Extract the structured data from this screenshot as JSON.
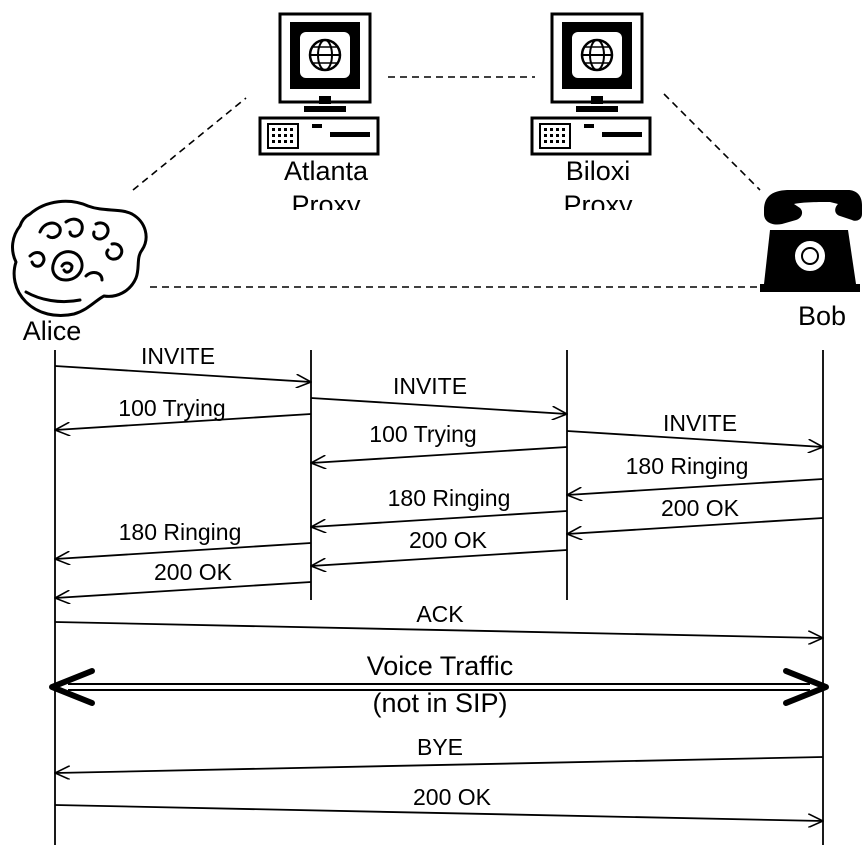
{
  "colors": {
    "ink": "#000000",
    "background": "#ffffff"
  },
  "participants": {
    "alice": {
      "label": "Alice",
      "icon": "rotary-phone-sketch-icon"
    },
    "atlanta": {
      "label_line1": "Atlanta",
      "label_line2": "Proxy",
      "icon": "proxy-server-icon"
    },
    "biloxi": {
      "label_line1": "Biloxi",
      "label_line2": "Proxy",
      "icon": "proxy-server-icon"
    },
    "bob": {
      "label": "Bob",
      "icon": "desk-phone-icon"
    }
  },
  "messages": [
    {
      "label": "INVITE",
      "from": "Alice",
      "to": "Atlanta Proxy"
    },
    {
      "label": "100 Trying",
      "from": "Atlanta Proxy",
      "to": "Alice"
    },
    {
      "label": "INVITE",
      "from": "Atlanta Proxy",
      "to": "Biloxi Proxy"
    },
    {
      "label": "100 Trying",
      "from": "Biloxi Proxy",
      "to": "Atlanta Proxy"
    },
    {
      "label": "INVITE",
      "from": "Biloxi Proxy",
      "to": "Bob"
    },
    {
      "label": "180 Ringing",
      "from": "Bob",
      "to": "Biloxi Proxy"
    },
    {
      "label": "180 Ringing",
      "from": "Biloxi Proxy",
      "to": "Atlanta Proxy"
    },
    {
      "label": "200 OK",
      "from": "Bob",
      "to": "Biloxi Proxy"
    },
    {
      "label": "180 Ringing",
      "from": "Atlanta Proxy",
      "to": "Alice"
    },
    {
      "label": "200 OK",
      "from": "Biloxi Proxy",
      "to": "Atlanta Proxy"
    },
    {
      "label": "200 OK",
      "from": "Atlanta Proxy",
      "to": "Alice"
    },
    {
      "label": "ACK",
      "from": "Alice",
      "to": "Bob"
    },
    {
      "label": "BYE",
      "from": "Bob",
      "to": "Alice"
    },
    {
      "label": "200 OK",
      "from": "Alice",
      "to": "Bob"
    }
  ],
  "voice": {
    "line1": "Voice Traffic",
    "line2": "(not in SIP)"
  }
}
